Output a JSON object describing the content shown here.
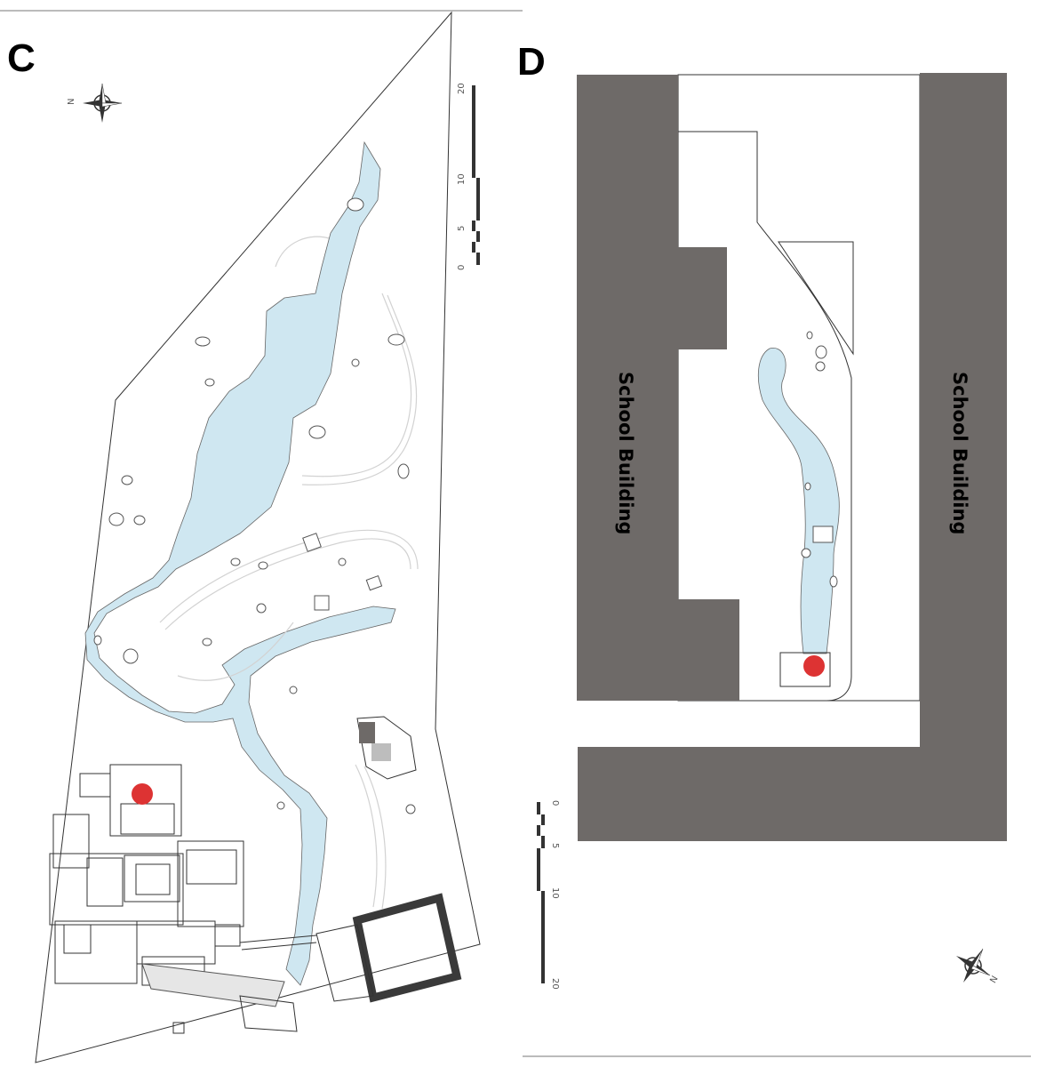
{
  "panels": {
    "left": {
      "letter": "C"
    },
    "right": {
      "letter": "D"
    }
  },
  "labels": {
    "building_left": "School Building",
    "building_right": "School Building"
  },
  "scale_bar": {
    "ticks": [
      "0",
      "5",
      "10",
      "20"
    ]
  },
  "compass": {
    "north_letter": "N"
  },
  "colors": {
    "water": "#cfe7f1",
    "building": "#6e6a68",
    "marker": "#dd3333",
    "wall": "#3a3a3a"
  },
  "icons": [
    "compass-rose-icon",
    "scale-bar-icon",
    "location-marker-icon"
  ]
}
